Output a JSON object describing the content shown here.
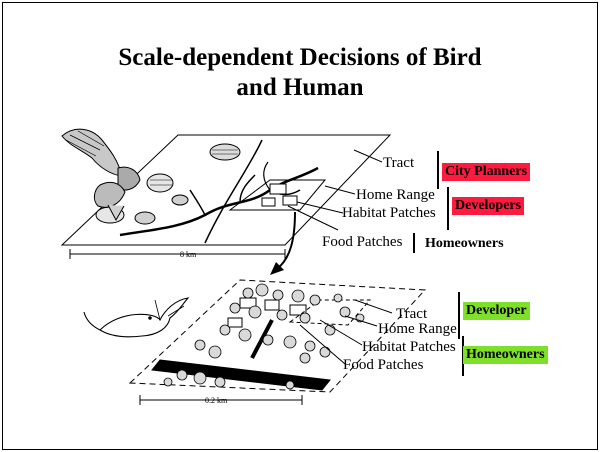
{
  "title_line_1": "Scale-dependent Decisions of Bird",
  "title_line_2": "and Human",
  "upper": {
    "labels": [
      "Tract",
      "Home Range",
      "Habitat Patches",
      "Food Patches"
    ],
    "tags": [
      "City Planners",
      "Developers",
      "Homeowners"
    ],
    "tag_colors": [
      "#ff1a40",
      "#ff1a40",
      "#ffffff"
    ],
    "scale_label": "8 km"
  },
  "lower": {
    "labels": [
      "Tract",
      "Home Range",
      "Habitat Patches",
      "Food Patches"
    ],
    "tags": [
      "Developer",
      "Homeowners"
    ],
    "tag_colors": [
      "#7ee02a",
      "#7ee02a"
    ],
    "scale_label": "0.2 km"
  },
  "colors": {
    "accent_red": "#ff1a40",
    "accent_green": "#7ee02a"
  },
  "icons": [
    "hawk-illustration",
    "wren-illustration",
    "zoom-arrow"
  ]
}
